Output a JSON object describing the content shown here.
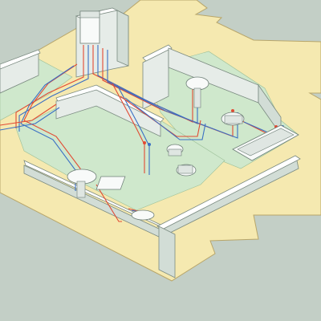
{
  "colors": {
    "background": "#c3cfc6",
    "floor": "#f5e9b0",
    "room_floor": "#cfe8cc",
    "hot_pipe": "#e24a33",
    "cold_pipe": "#3a6fc4",
    "wall": "#ffffff"
  },
  "fixtures": [
    "boiler",
    "washbasin",
    "toilet",
    "bidet",
    "bathtub",
    "shower-tray"
  ]
}
